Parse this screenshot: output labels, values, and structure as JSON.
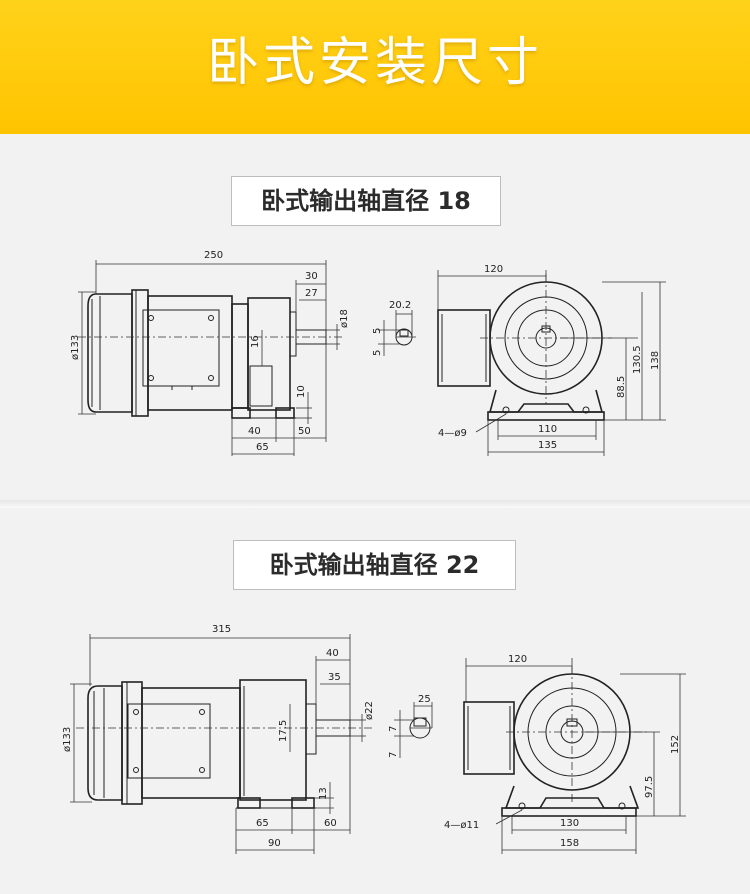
{
  "header": {
    "title": "卧式安装尺寸"
  },
  "sections": [
    {
      "subtitle": "卧式输出轴直径 18",
      "dims": {
        "total_length": "250",
        "shaft_30": "30",
        "shaft_27": "27",
        "shaft_dia": "ø18",
        "motor_dia": "ø133",
        "center_16": "16",
        "foot_10": "10",
        "base_40": "40",
        "base_50": "50",
        "base_65": "65",
        "key_width": "20.2",
        "key_5a": "5",
        "key_5b": "5",
        "width_120": "120",
        "h_88_5": "88.5",
        "h_130_5": "130.5",
        "h_138": "138",
        "holes": "4—ø9",
        "foot_110": "110",
        "foot_135": "135"
      }
    },
    {
      "subtitle": "卧式输出轴直径 22",
      "dims": {
        "total_length": "315",
        "shaft_40": "40",
        "shaft_35": "35",
        "shaft_dia": "ø22",
        "motor_dia": "ø133",
        "center_17_5": "17.5",
        "foot_13": "13",
        "base_65": "65",
        "base_60": "60",
        "base_90": "90",
        "key_width": "25",
        "key_7a": "7",
        "key_7b": "7",
        "width_120": "120",
        "h_97_5": "97.5",
        "h_152": "152",
        "holes": "4—ø11",
        "foot_130": "130",
        "foot_158": "158"
      }
    }
  ]
}
